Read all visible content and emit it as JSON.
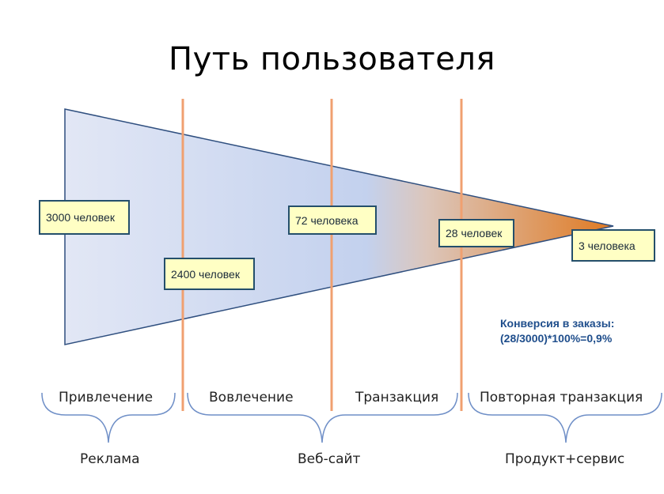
{
  "title": "Путь пользователя",
  "counts": [
    {
      "label": "3000 человек"
    },
    {
      "label": "2400 человек"
    },
    {
      "label": "72 человека"
    },
    {
      "label": "28 человек"
    },
    {
      "label": "3 человека"
    }
  ],
  "conversion": {
    "line1": "Конверсия в заказы:",
    "line2": "(28/3000)*100%=0,9%"
  },
  "stages": [
    "Привлечение",
    "Вовлечение",
    "Транзакция",
    "Повторная транзакция"
  ],
  "groups": [
    "Реклама",
    "Веб-сайт",
    "Продукт+сервис"
  ],
  "colors": {
    "funnel_start": "#e2e7f5",
    "funnel_mid": "#c3d1ee",
    "funnel_end": "#e07a22",
    "divider": "#f0a070",
    "brace": "#6f8fc7",
    "box_fill": "#ffffc4",
    "box_border": "#244f6b",
    "conversion_text": "#1f4e8c"
  }
}
